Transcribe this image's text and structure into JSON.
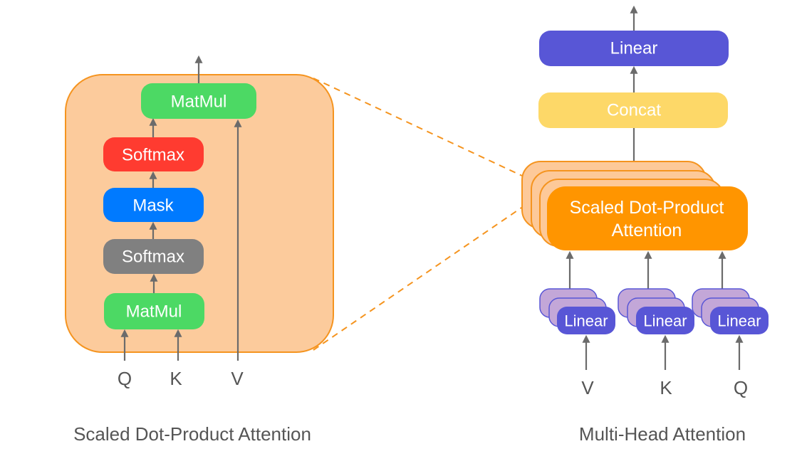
{
  "colors": {
    "container_fill": "#fccb9c",
    "container_stroke": "#f5941f",
    "matmul": "#4cd964",
    "softmax_red": "#ff3b30",
    "mask": "#007aff",
    "softmax_gray": "#808080",
    "linear": "#5856d6",
    "linear_stack": "#c3a7d8",
    "concat": "#fdd868",
    "sdpa": "#ff9500",
    "sdpa_stack": "#fdc999",
    "arrow": "#6b6b6b",
    "text": "#555555"
  },
  "left": {
    "caption": "Scaled Dot-Product Attention",
    "nodes": {
      "matmul_top": "MatMul",
      "softmax_top": "Softmax",
      "mask": "Mask",
      "softmax_bottom": "Softmax",
      "matmul_bottom": "MatMul"
    },
    "inputs": [
      "Q",
      "K",
      "V"
    ]
  },
  "right": {
    "caption": "Multi-Head Attention",
    "nodes": {
      "linear_out": "Linear",
      "concat": "Concat",
      "sdpa_line1": "Scaled Dot-Product",
      "sdpa_line2": "Attention",
      "linear_v": "Linear",
      "linear_k": "Linear",
      "linear_q": "Linear"
    },
    "inputs": [
      "V",
      "K",
      "Q"
    ]
  }
}
